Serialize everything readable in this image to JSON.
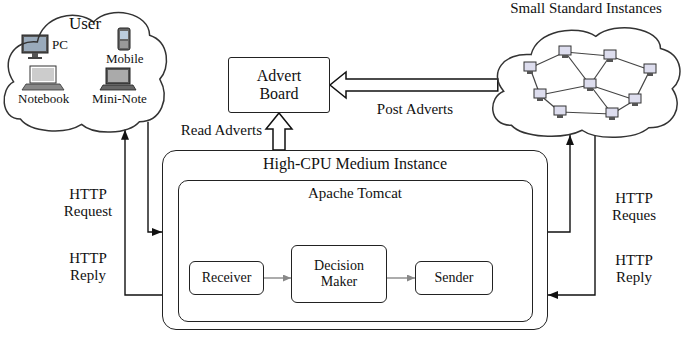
{
  "diagram": {
    "nodes": [
      {
        "text": [
          "User"
        ]
      },
      {
        "text": [
          "Advert Board"
        ]
      },
      {
        "text": [
          "Small Standard Instances"
        ]
      },
      {
        "text": [
          "High-CPU Medium Instance"
        ]
      },
      {
        "text": [
          "Apache Tomcat"
        ],
        "in": 3
      },
      {
        "text": [
          "Receiver"
        ],
        "in": 4
      },
      {
        "text": [
          "Decision Maker"
        ],
        "in": 4
      },
      {
        "text": [
          "Sender"
        ],
        "in": 4
      }
    ],
    "edges": [
      {
        "from": 0,
        "to": 3,
        "label": "HTTP Request",
        "arrow": "to"
      },
      {
        "from": 3,
        "to": 0,
        "label": "HTTP Reply",
        "arrow": "to"
      },
      {
        "from": 3,
        "to": 2,
        "label": "HTTP Reques",
        "arrow": "to"
      },
      {
        "from": 2,
        "to": 3,
        "label": "HTTP Reply",
        "arrow": "to"
      },
      {
        "from": 3,
        "to": 1,
        "label": "Read Adverts",
        "arrow": "to"
      },
      {
        "from": 2,
        "to": 1,
        "label": "Post Adverts",
        "arrow": "to"
      },
      {
        "from": 5,
        "to": 6,
        "arrow": "to"
      },
      {
        "from": 6,
        "to": 7,
        "arrow": "to"
      }
    ],
    "labels": [
      "PC",
      "Mobile",
      "Notebook",
      "Mini-Note"
    ]
  }
}
